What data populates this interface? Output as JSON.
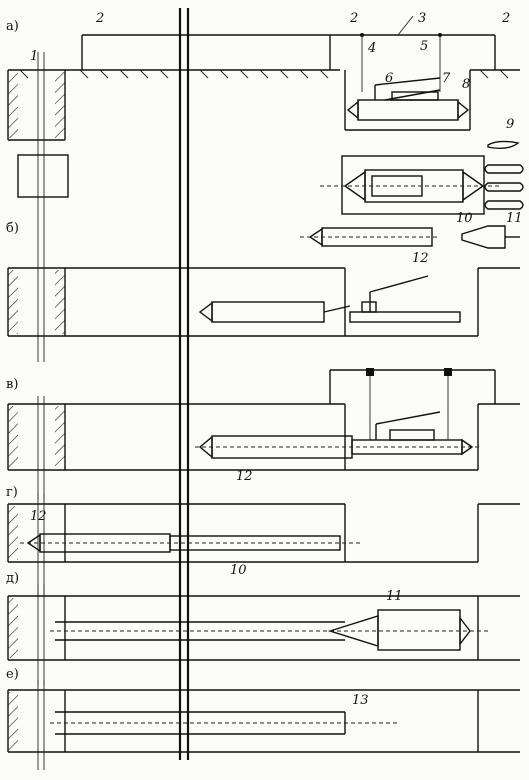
{
  "panels": [
    {
      "id": "a",
      "label": "а)"
    },
    {
      "id": "b",
      "label": "б)"
    },
    {
      "id": "v",
      "label": "в)"
    },
    {
      "id": "g",
      "label": "г)"
    },
    {
      "id": "d",
      "label": "д)"
    },
    {
      "id": "e",
      "label": "е)"
    }
  ],
  "callouts": [
    "1",
    "2",
    "2",
    "2",
    "3",
    "4",
    "5",
    "6",
    "7",
    "8",
    "9",
    "10",
    "11",
    "12",
    "12",
    "12",
    "10",
    "11",
    "13"
  ]
}
